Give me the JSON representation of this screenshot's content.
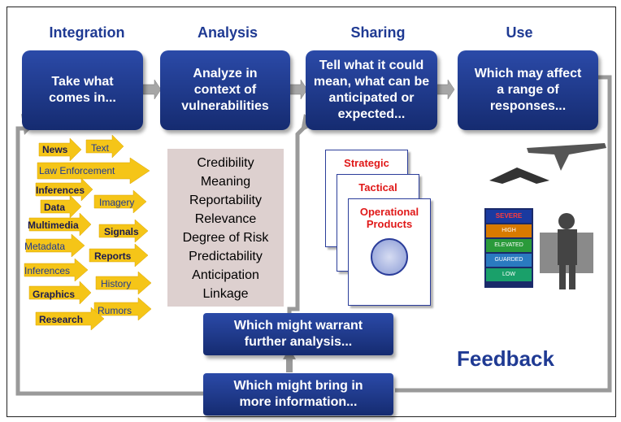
{
  "phases": {
    "integration": "Integration",
    "analysis": "Analysis",
    "sharing": "Sharing",
    "use": "Use"
  },
  "boxes": {
    "integration": "Take what comes in...",
    "analysis": "Analyze in context of vulnerabilities",
    "sharing": "Tell what it could mean, what can be anticipated or expected...",
    "use": "Which may affect a range of responses...",
    "further_analysis": "Which might warrant further analysis...",
    "more_info": "Which might bring in more information..."
  },
  "sources": [
    "News",
    "Text",
    "Law Enforcement",
    "Inferences",
    "Data",
    "Imagery",
    "Multimedia",
    "Signals",
    "Metadata",
    "Reports",
    "Inferences",
    "History",
    "Graphics",
    "Rumors",
    "Research"
  ],
  "qualities": [
    "Credibility",
    "Meaning",
    "Reportability",
    "Relevance",
    "Degree of Risk",
    "Predictability",
    "Anticipation",
    "Linkage"
  ],
  "products": [
    "Strategic",
    "Tactical",
    "Operational Products"
  ],
  "threat_levels": [
    "SEVERE",
    "HIGH",
    "ELEVATED",
    "GUARDED",
    "LOW"
  ],
  "feedback": "Feedback",
  "colors": {
    "box_dark": "#152b70",
    "box_light": "#2b4aa8",
    "title": "#1f3a93",
    "arrow": "#f5c518",
    "product_text": "#e01818"
  }
}
